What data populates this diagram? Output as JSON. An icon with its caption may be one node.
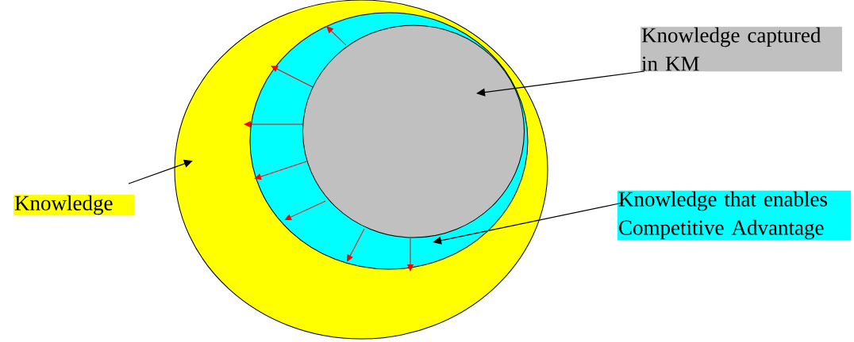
{
  "diagram": {
    "nodes": [
      {
        "text": [],
        "shape": "circle"
      },
      {
        "text": [],
        "shape": "circle",
        "in": 0
      },
      {
        "text": [],
        "shape": "circle",
        "in": 1
      },
      {
        "text": [
          "Knowledge"
        ]
      },
      {
        "text": [
          "Knowledge captured in KM"
        ]
      },
      {
        "text": [
          "Knowledge that enables Competitive Advantage"
        ]
      }
    ],
    "edges": [
      {
        "from": 3,
        "to": 0,
        "arrow": "to",
        "color": "#000000"
      },
      {
        "from": 4,
        "to": 2,
        "arrow": "to",
        "color": "#000000"
      },
      {
        "from": 5,
        "to": 1,
        "arrow": "to",
        "color": "#000000"
      },
      {
        "from": 2,
        "to": 1,
        "arrow": "to"
      },
      {
        "from": 2,
        "to": 1,
        "arrow": "to"
      },
      {
        "from": 2,
        "to": 1,
        "arrow": "to"
      },
      {
        "from": 2,
        "to": 1,
        "arrow": "to"
      },
      {
        "from": 2,
        "to": 1,
        "arrow": "to"
      },
      {
        "from": 2,
        "to": 1,
        "arrow": "to"
      },
      {
        "from": 2,
        "to": 1,
        "arrow": "to"
      }
    ]
  }
}
